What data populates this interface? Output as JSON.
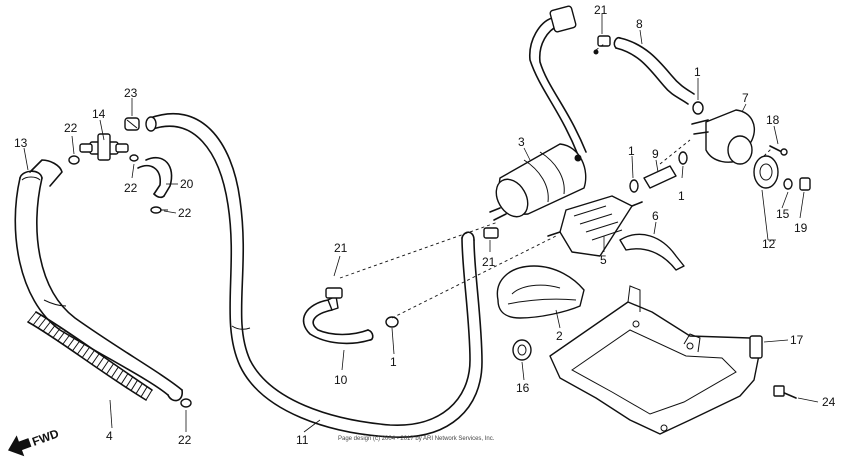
{
  "diagram": {
    "fwd_label": "FWD",
    "copyright": "Page design (c) 2004 - 2017 by ARI Network Services, Inc.",
    "callouts": {
      "c1a": "1",
      "c1b": "1",
      "c1c": "1",
      "c1d": "1",
      "c2": "2",
      "c3": "3",
      "c4": "4",
      "c5": "5",
      "c6": "6",
      "c7": "7",
      "c8": "8",
      "c9": "9",
      "c10": "10",
      "c11": "11",
      "c12": "12",
      "c13": "13",
      "c14": "14",
      "c15": "15",
      "c16": "16",
      "c17": "17",
      "c18": "18",
      "c19": "19",
      "c20": "20",
      "c21a": "21",
      "c21b": "21",
      "c21c": "21",
      "c22a": "22",
      "c22b": "22",
      "c22c": "22",
      "c22d": "22",
      "c23": "23",
      "c24": "24"
    }
  }
}
